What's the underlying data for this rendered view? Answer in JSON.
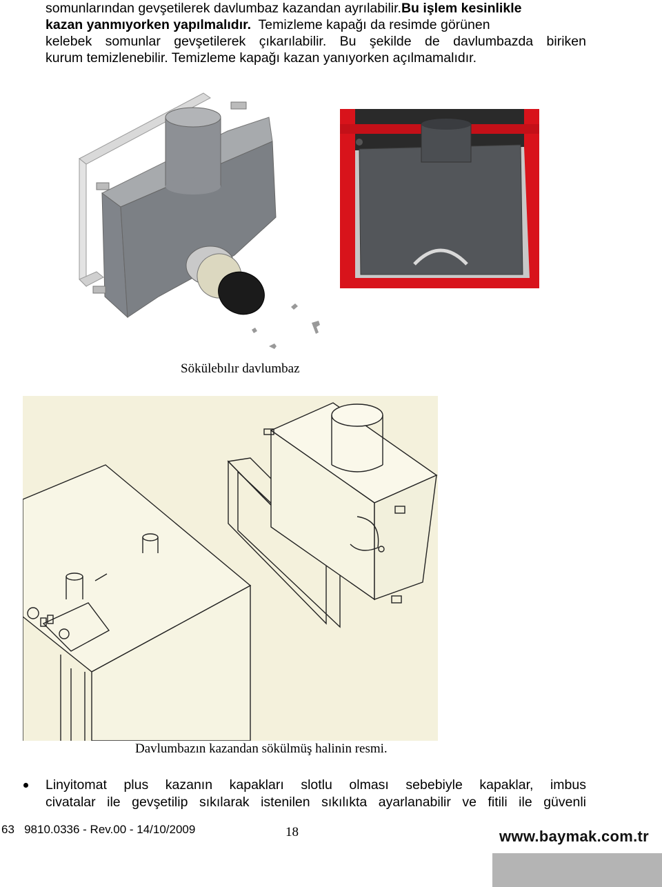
{
  "intro": {
    "line1_a": "somunlarından gevşetilerek davlumbaz kazandan ayrılabilir.",
    "line1_b": "Bu işlem kesinlikle",
    "line2_a": "kazan yanmıyorken yapılmalıdır.",
    "line2_b": "  Temizleme kapağı da resimde görünen",
    "line3": "kelebek somunlar gevşetilerek çıkarılabilir. Bu şekilde de davlumbazda biriken",
    "line4": "kurum temizlenebilir. Temizleme kapağı kazan yanıyorken açılmamalıdır."
  },
  "figure1": {
    "caption": "Sökülebılır davlumbaz"
  },
  "figure2": {
    "caption": "Davlumbazın kazandan sökülmüş halinin resmi."
  },
  "bullet": {
    "line1": "Linyitomat plus kazanın kapakları slotlu olması sebebiyle kapaklar, imbus",
    "line2": "civatalar ile gevşetilip sıkılarak istenilen sıkılıkta ayarlanabilir ve fitili ile güvenli"
  },
  "footer": {
    "doc_ref": "63   9810.0336 - Rev.00 - 14/10/2009",
    "page_number": "18",
    "url": "www.baymak.com.tr"
  },
  "colors": {
    "boiler_red": "#d8131b",
    "hood_grey": "#6d7073",
    "drawing_bg": "#f4f1dc"
  }
}
